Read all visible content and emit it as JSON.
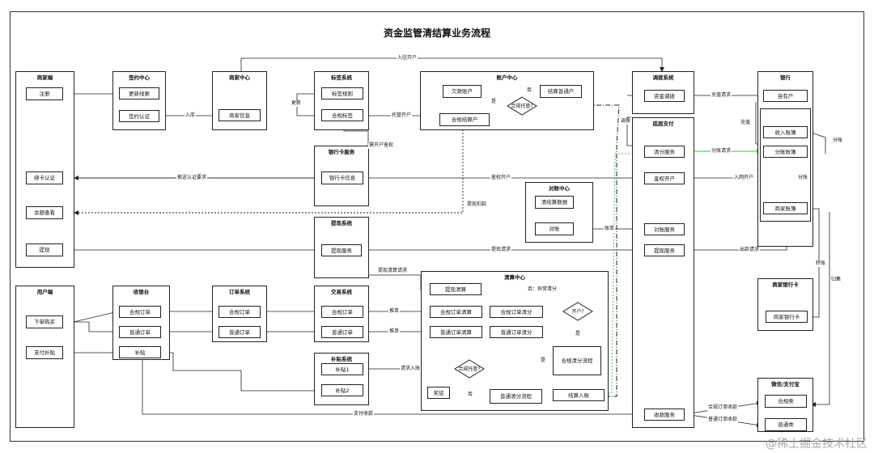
{
  "title": "资金监管清结算业务流程",
  "watermark": "@稀土掘金技术社区",
  "groups": {
    "merchant_side": "商家端",
    "sign_center": "签约中心",
    "merchant_center": "商家中心",
    "tag_system": "标签系统",
    "card_service": "银行卡服务",
    "account_center": "账户中心",
    "dispatch_system": "调拨系统",
    "base_pay": "底层支付",
    "bank": "银行",
    "recon_center": "对账中心",
    "withdraw_system": "提现系统",
    "user_side": "用户端",
    "cashier": "收银台",
    "order_system": "订单系统",
    "trade_system": "交易系统",
    "subsidy_system": "补贴系统",
    "settle_center": "清算中心",
    "merchant_card": "商家银行卡",
    "wechat_alipay": "微信/支付宝"
  },
  "boxes": {
    "register": "注册",
    "bind_card": "绑卡认证",
    "balance": "余额查看",
    "withdraw": "提现",
    "update_lead": "更新线索",
    "sign_auth": "签约认证",
    "merchant_info": "商家信息",
    "tag_rule": "标签规则",
    "compliance_tag": "合规标签",
    "card_info": "银行卡信息",
    "debt_account": "欠款账户",
    "normal_account": "结算普通户",
    "compliance_account": "合规结算户",
    "fund_dispatch": "资金调拨",
    "settle_service": "清分服务",
    "auth_open": "鉴权开户",
    "recon_service": "对账服务",
    "withdraw_service_bp": "提现服务",
    "collect_service": "收款服务",
    "own_account": "自有户",
    "income_ledger": "收入账簿",
    "split_ledger": "分账账簿",
    "merchant_ledger": "商家账簿",
    "settle_data": "清结算数据",
    "reconcile": "对账",
    "withdraw_service": "提现服务",
    "withdraw_clearing": "提现清算",
    "order_pay": "下单购买",
    "pay_subsidy": "支付补贴",
    "cashier_comp_order": "合规订单",
    "cashier_normal_order": "普通订单",
    "cashier_subsidy": "补贴",
    "os_comp_order": "合规订单",
    "os_normal_order": "普通订单",
    "ts_comp_order": "合规订单",
    "ts_normal_order": "普通订单",
    "subsidy1": "补贴1",
    "subsidy2": "补贴2",
    "comp_order_clearing": "合规订单清算",
    "normal_order_clearing": "普通订单清算",
    "comp_order_split": "合规订单清分",
    "normal_order_split": "普通订单清分",
    "comp_split_flow": "合规清分流程",
    "normal_split_flow": "普通清分流程",
    "settle_entry": "结算入账",
    "reward": "奖惩",
    "merchant_bank_card": "商家银行卡",
    "compliance_type": "合规类",
    "normal_type": "普通类"
  },
  "diamonds": {
    "compliance_manage": "合规托管?",
    "open_account": "开户?",
    "compliance_manage2": "合规托管?"
  },
  "labels": {
    "join_open": "入驻开户",
    "storage": "入库",
    "update": "更新",
    "trust_open": "托管开户",
    "yes1": "是",
    "no1": "否",
    "need_open_auth": "需开户鉴权",
    "push_auth": "推送认证要求",
    "auth_open_l": "鉴权开户",
    "net_open": "入网开户",
    "withdraw_deduct": "提现扣款",
    "bill": "账单",
    "withdraw_request": "提现请求",
    "out_request": "出款请求",
    "withdraw_clear_request": "提现清算请求",
    "recharge_request": "充值请求",
    "recharge": "充值",
    "split_request": "分账请求",
    "split1": "分账",
    "split2": "分账",
    "dispatch": "调拨",
    "transfer": "转账",
    "collect": "归集",
    "no_abnormal": "否：异常清分",
    "yes2": "是",
    "yes3": "是",
    "no3": "否",
    "order_push1": "推单",
    "order_push2": "推单",
    "request_entry": "请求入账",
    "pay_collect": "支付收款",
    "comp_order_collect": "合规订单收款",
    "normal_order_collect": "普通订单收款"
  }
}
